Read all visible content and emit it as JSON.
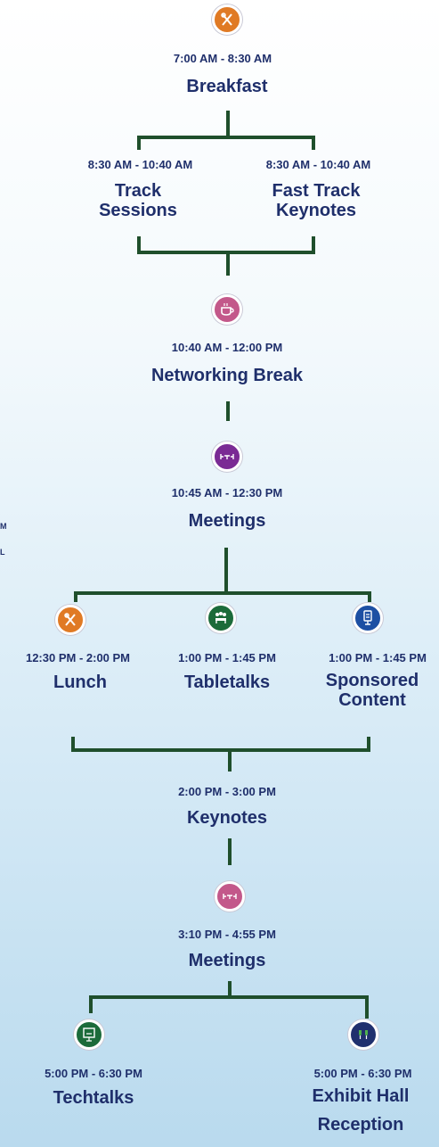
{
  "colors": {
    "line": "#1f4f2c",
    "text": "#1f2f6b",
    "orange": "#e07a24",
    "pink": "#c3588a",
    "purple": "#7a2a94",
    "green": "#1c6b3a",
    "blue": "#1d4fa3",
    "navy": "#20306e"
  },
  "edge_fragments": {
    "a": "M",
    "b": "L"
  },
  "items": {
    "breakfast": {
      "time": "7:00 AM - 8:30 AM",
      "title": "Breakfast",
      "icon": "fork-knife-icon"
    },
    "track": {
      "time": "8:30 AM - 10:40 AM",
      "title_line1": "Track",
      "title_line2": "Sessions"
    },
    "fast": {
      "time": "8:30 AM - 10:40 AM",
      "title_line1": "Fast Track",
      "title_line2": "Keynotes"
    },
    "networking": {
      "time": "10:40 AM - 12:00 PM",
      "title": "Networking Break",
      "icon": "coffee-cup-icon"
    },
    "meetings1": {
      "time": "10:45 AM - 12:30 PM",
      "title": "Meetings",
      "icon": "meeting-table-icon"
    },
    "lunch": {
      "time": "12:30 PM - 2:00 PM",
      "title": "Lunch",
      "icon": "fork-knife-icon"
    },
    "tabletalks": {
      "time": "1:00 PM - 1:45 PM",
      "title": "Tabletalks",
      "icon": "group-table-icon"
    },
    "sponsored": {
      "time": "1:00 PM - 1:45 PM",
      "title_line1": "Sponsored",
      "title_line2": "Content",
      "icon": "banner-stand-icon"
    },
    "keynotes": {
      "time": "2:00 PM - 3:00 PM",
      "title": "Keynotes"
    },
    "meetings2": {
      "time": "3:10 PM - 4:55 PM",
      "title": "Meetings",
      "icon": "meeting-table-icon"
    },
    "techtalks": {
      "time": "5:00 PM - 6:30 PM",
      "title": "Techtalks",
      "icon": "presentation-screen-icon"
    },
    "reception": {
      "time": "5:00 PM - 6:30 PM",
      "title_line1": "Exhibit Hall",
      "title_line2": "Reception",
      "icon": "cheers-glasses-icon"
    }
  }
}
